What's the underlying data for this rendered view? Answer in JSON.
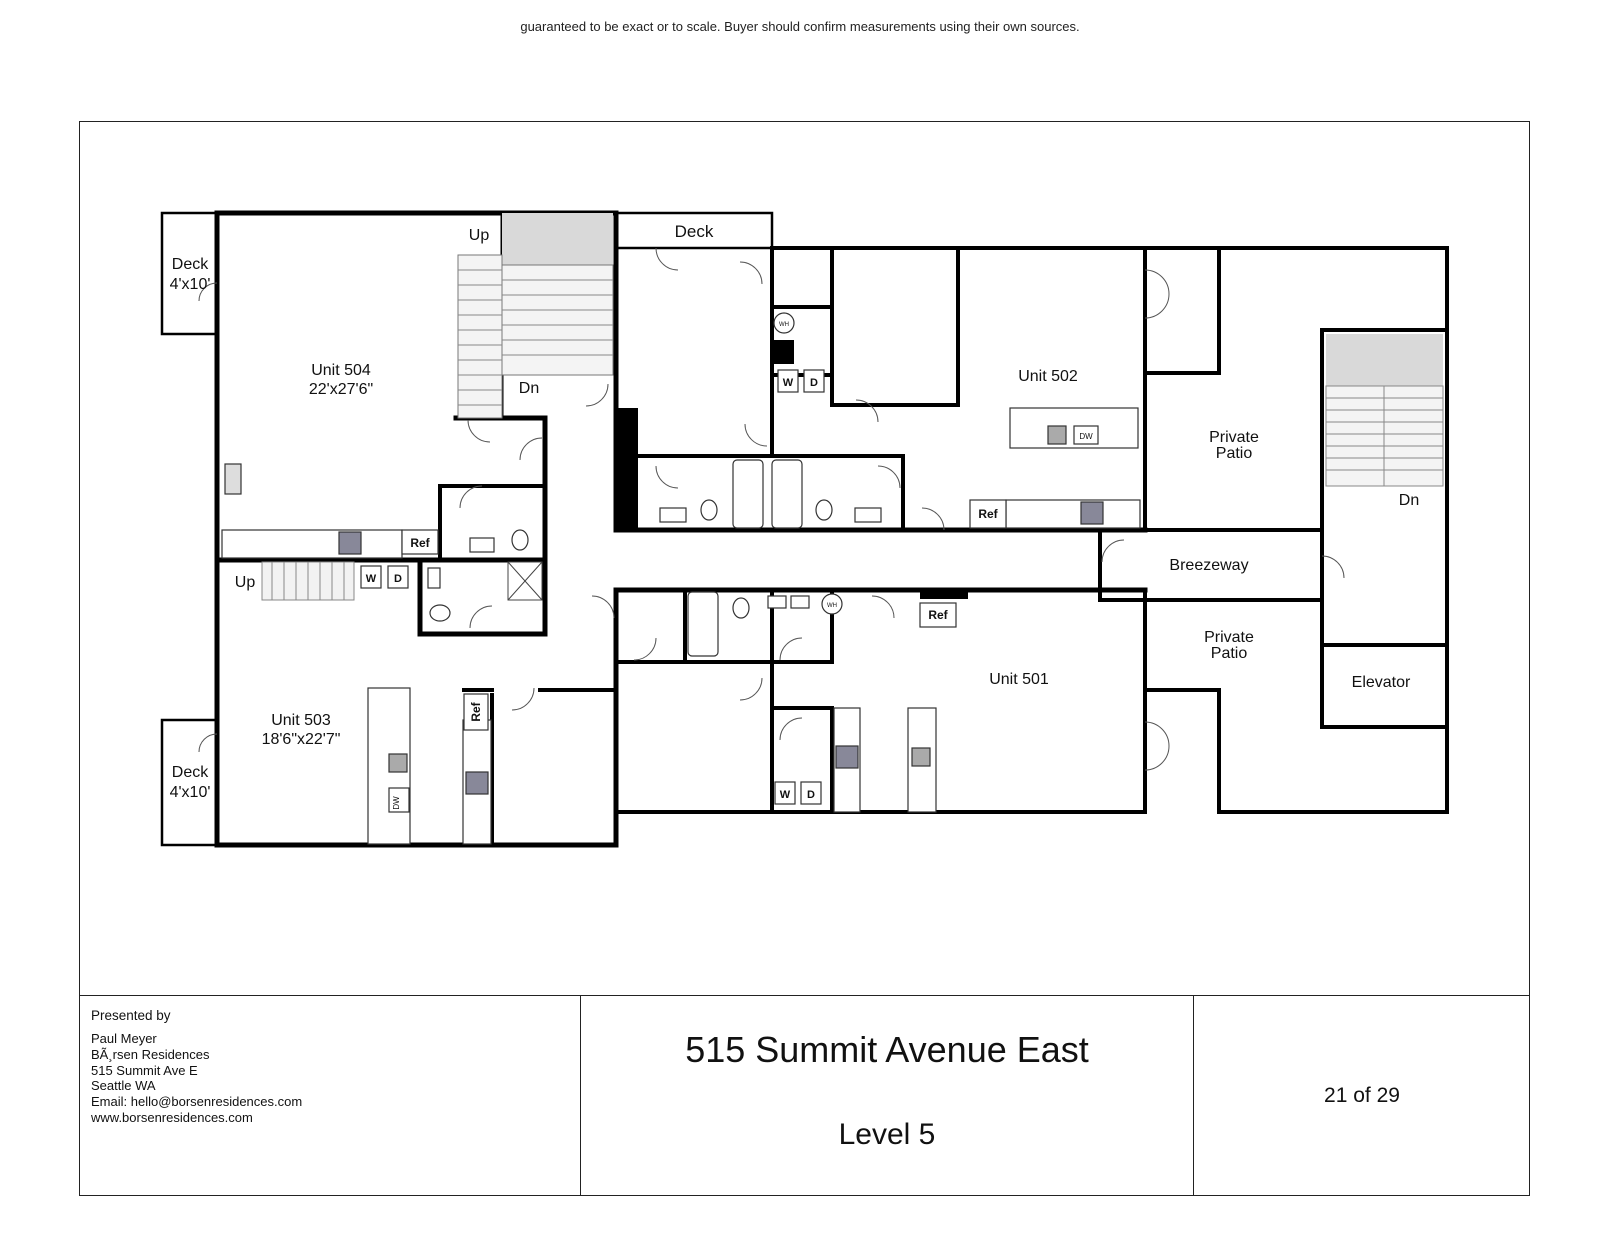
{
  "disclaimer": "guaranteed to be exact or to scale. Buyer should confirm measurements using their own sources.",
  "plan": {
    "deck_top": "Deck",
    "deck_504": [
      "Deck",
      "4'x10'"
    ],
    "deck_503": [
      "Deck",
      "4'x10'"
    ],
    "unit_504": [
      "Unit 504",
      "22'x27'6\""
    ],
    "unit_503": [
      "Unit 503",
      "18'6\"x22'7\""
    ],
    "unit_502": "Unit 502",
    "unit_501": "Unit 501",
    "patio_upper": [
      "Private",
      "Patio"
    ],
    "patio_lower": [
      "Private",
      "Patio"
    ],
    "breezeway": "Breezeway",
    "elevator": "Elevator",
    "up": "Up",
    "dn": "Dn",
    "ref": "Ref",
    "dw": "DW",
    "washer": "W",
    "dryer": "D",
    "water_heater": "WH"
  },
  "footer": {
    "presented_by": "Presented by",
    "agent_name": "Paul Meyer",
    "company": "BÃ¸rsen Residences",
    "street": "515 Summit Ave E",
    "city": "Seattle WA",
    "email": "Email: hello@borsenresidences.com",
    "website": "www.borsenresidences.com",
    "address_title": "515 Summit Avenue East",
    "level": "Level 5",
    "page_number": "21 of 29"
  }
}
